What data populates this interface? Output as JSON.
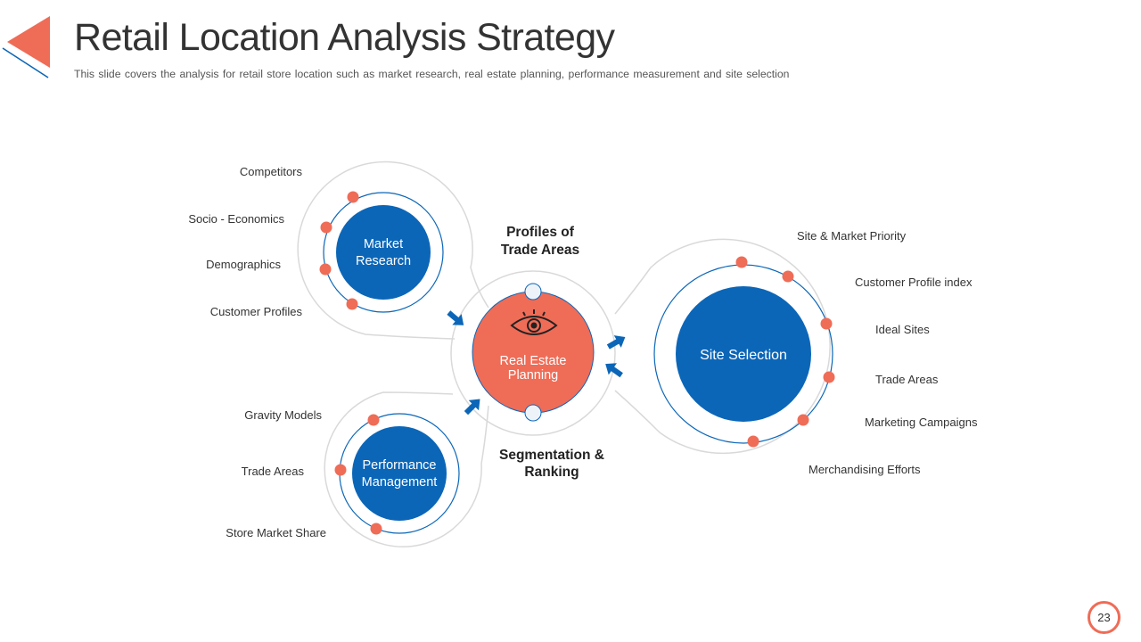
{
  "header": {
    "title": "Retail Location Analysis Strategy",
    "subtitle": "This slide covers the analysis for retail store location such as market research, real estate planning, performance  measurement and site selection"
  },
  "colors": {
    "accent": "#ef6c57",
    "primary": "#0b66b8",
    "ring": "#d9d9d9"
  },
  "diagram": {
    "center": {
      "line1": "Real Estate",
      "line2": "Planning",
      "icon": "eye-icon"
    },
    "top_heading": {
      "line1": "Profiles of",
      "line2": "Trade Areas"
    },
    "bottom_heading": {
      "line1": "Segmentation &",
      "line2": "Ranking"
    },
    "market_research": {
      "line1": "Market",
      "line2": "Research",
      "items": [
        "Competitors",
        "Socio - Economics",
        "Demographics",
        "Customer Profiles"
      ]
    },
    "performance_management": {
      "line1": "Performance",
      "line2": "Management",
      "items": [
        "Gravity Models",
        "Trade Areas",
        "Store Market Share"
      ]
    },
    "site_selection": {
      "label": "Site Selection",
      "items": [
        "Site & Market Priority",
        "Customer Profile index",
        "Ideal Sites",
        "Trade Areas",
        "Marketing Campaigns",
        "Merchandising Efforts"
      ]
    }
  },
  "page_number": "23"
}
